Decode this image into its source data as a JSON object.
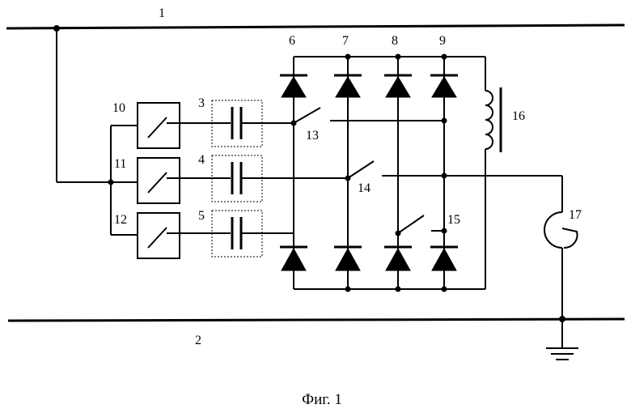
{
  "labels": {
    "bus_top": "1",
    "bus_bottom": "2",
    "cap_3": "3",
    "cap_4": "4",
    "cap_5": "5",
    "col_6": "6",
    "col_7": "7",
    "col_8": "8",
    "col_9": "9",
    "switch_10": "10",
    "switch_11": "11",
    "switch_12": "12",
    "switch_13": "13",
    "switch_14": "14",
    "switch_15": "15",
    "inductor_16": "16",
    "gap_17": "17"
  },
  "caption": "Фиг. 1"
}
